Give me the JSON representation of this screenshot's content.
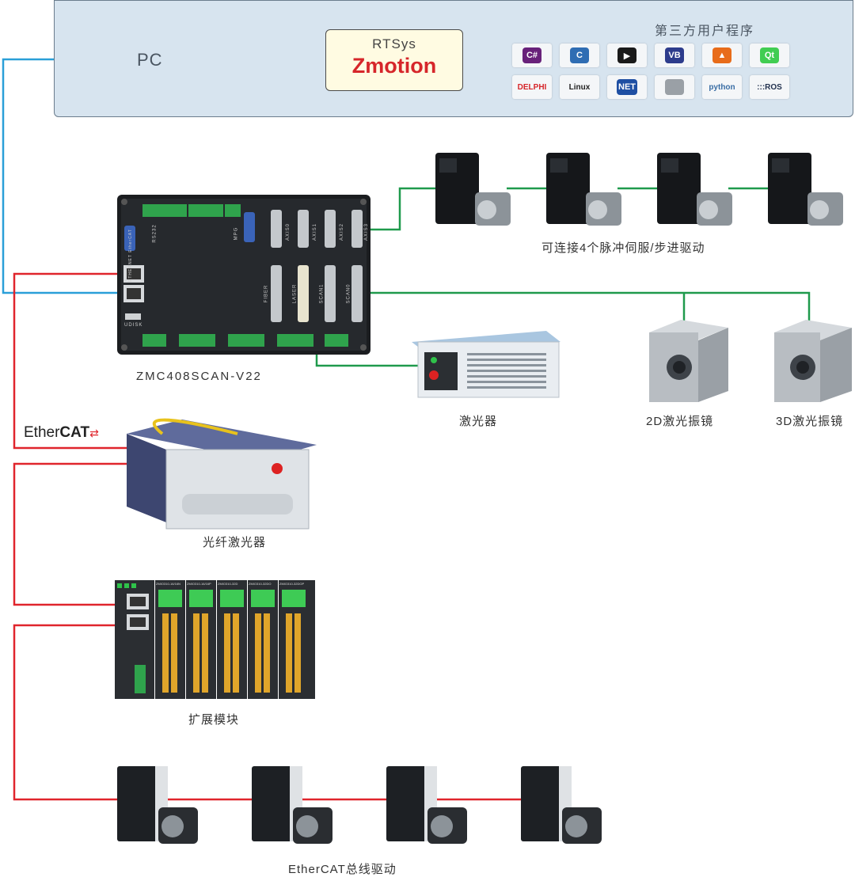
{
  "pc": {
    "label": "PC"
  },
  "rtsys": {
    "line1": "RTSys",
    "line2": "Zmotion"
  },
  "third_party": {
    "title": "第三方用户程序",
    "icons": [
      {
        "name": "csharp-icon",
        "label": "C#",
        "color": "#68217a"
      },
      {
        "name": "cpp-icon",
        "label": "C",
        "color": "#2f6db3"
      },
      {
        "name": "labview-icon",
        "label": "▶",
        "color": "#1a1a1a"
      },
      {
        "name": "vb-icon",
        "label": "VB",
        "color": "#2d3c8c"
      },
      {
        "name": "matlab-icon",
        "label": "▲",
        "color": "#e86c1a"
      },
      {
        "name": "qt-icon",
        "label": "Qt",
        "color": "#41cd52"
      },
      {
        "name": "delphi-icon",
        "label": "DELPHI",
        "color": "#d6262a"
      },
      {
        "name": "linux-icon",
        "label": "Linux",
        "color": "#222222"
      },
      {
        "name": "dotnet-icon",
        "label": "NET",
        "color": "#1e4fa3"
      },
      {
        "name": "apple-icon",
        "label": "",
        "color": "#9aa0a6"
      },
      {
        "name": "python-icon",
        "label": "python",
        "color": "#3a6ea5"
      },
      {
        "name": "ros-icon",
        "label": ":::ROS",
        "color": "#22314e"
      }
    ]
  },
  "controller": {
    "model": "ZMC408SCAN-V22",
    "ports": {
      "rs232": "RS232",
      "mpg": "MPG",
      "axis0": "AXIS0",
      "axis1": "AXIS1",
      "axis2": "AXIS2",
      "axis3": "AXIS3",
      "fiber": "FIBER",
      "laser": "LASER",
      "scan1": "SCAN1",
      "scan0": "SCAN0",
      "ethernet": "ETHERNET EtherCAT",
      "udisk": "UDISK"
    }
  },
  "labels": {
    "pulse_servo": "可连接4个脉冲伺服/步进驱动",
    "laser": "激光器",
    "galvo2d": "2D激光振镜",
    "galvo3d": "3D激光振镜",
    "fiber_laser": "光纤激光器",
    "expansion": "扩展模块",
    "ecat_drives": "EtherCAT总线驱动"
  },
  "ethercat_logo": {
    "text_a": "Ether",
    "text_b": "CAT"
  },
  "expansion_modules": [
    "ZMIO310-16/16N",
    "ZMIO310-16/16P",
    "ZMIO310-32D",
    "ZMIO310-32DO",
    "ZMIO310-32DOP"
  ],
  "colors": {
    "ethernet_blue": "#2a9fd8",
    "ethercat_red": "#e0252c",
    "pulse_green": "#1f9a4c"
  }
}
